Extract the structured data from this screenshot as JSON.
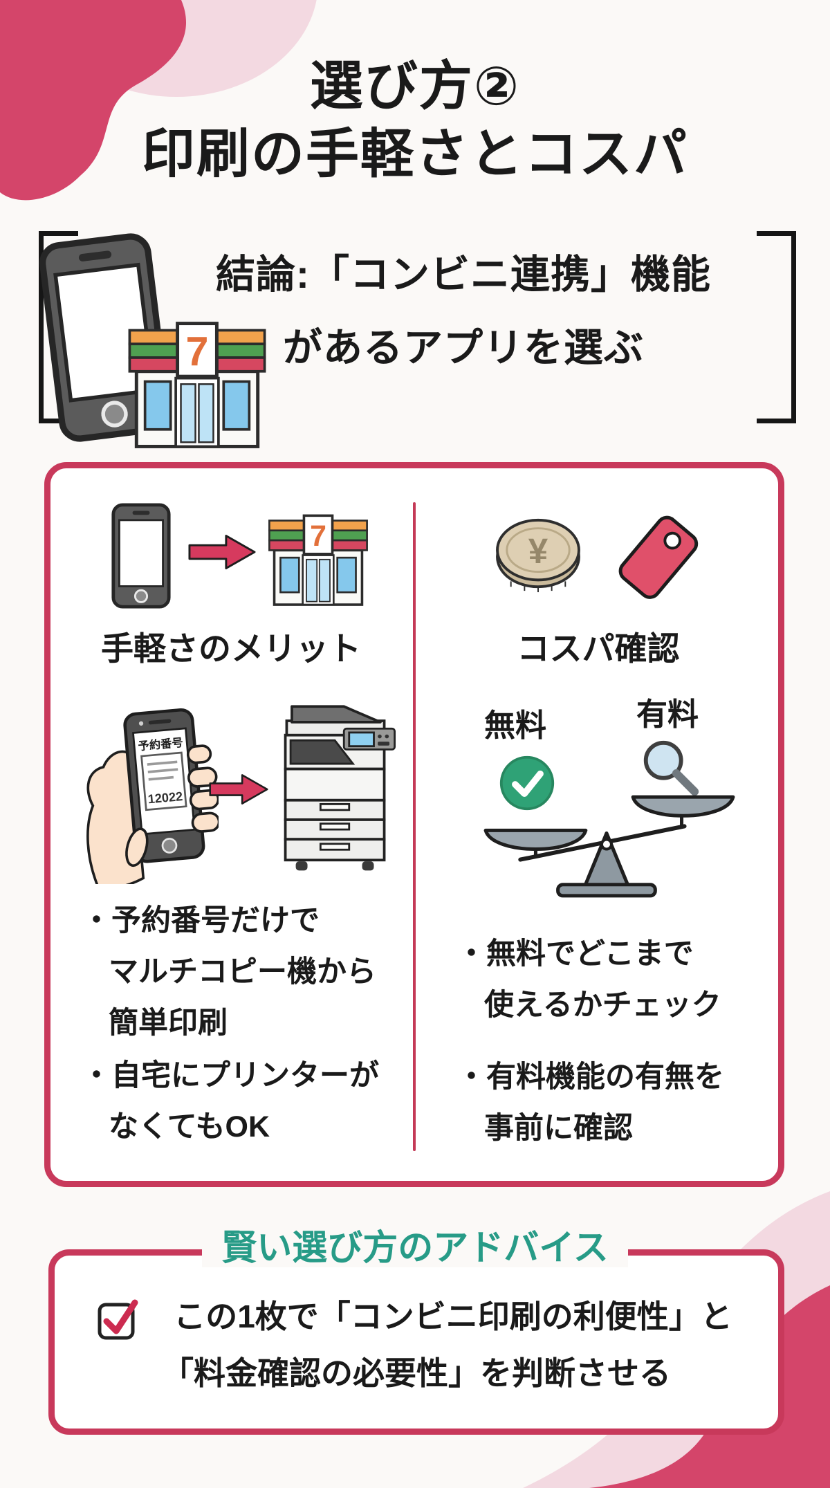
{
  "title": {
    "line1": "選び方②",
    "line2": "印刷の手軽さとコスパ"
  },
  "conclusion": {
    "line1": "結論:「コンビニ連携」機能",
    "line2": "があるアプリを選ぶ",
    "store_sign": "7"
  },
  "comparison_card": {
    "left": {
      "heading": "手軽さのメリット",
      "store_sign": "7",
      "phone_screen_label": "予約番号",
      "phone_screen_number": "12022",
      "bullet1_line1": "・予約番号だけで",
      "bullet1_line2": "マルチコピー機から",
      "bullet1_line3": "簡単印刷",
      "bullet2_line1": "・自宅にプリンターが",
      "bullet2_line2": "なくてもOK"
    },
    "right": {
      "heading": "コスパ確認",
      "coin_symbol": "¥",
      "free_label": "無料",
      "paid_label": "有料",
      "bullet1_line1": "・無料でどこまで",
      "bullet1_line2": "使えるかチェック",
      "bullet2_line1": "・有料機能の有無を",
      "bullet2_line2": "事前に確認"
    }
  },
  "advice_card": {
    "heading": "賢い選び方のアドバイス",
    "line1": "この1枚で「コンビニ印刷の利便性」と",
    "line2": "「料金確認の必要性」を判断させる"
  },
  "colors": {
    "accent_red": "#C8395B",
    "blob_red": "#D4456A",
    "blob_pink": "#F3D9E1",
    "arrow_red": "#D63A5E",
    "teal": "#279B87",
    "check_green": "#2FA276",
    "tag_red": "#E0506A"
  },
  "icons": {
    "smartphone": "smartphone-icon",
    "convenience_store": "convenience-store-icon",
    "arrow_right": "arrow-right-icon",
    "yen_coin": "yen-coin-icon",
    "price_tag": "price-tag-icon",
    "hand_holding_phone": "hand-holding-phone-icon",
    "copier": "multifunction-copier-icon",
    "check_circle": "check-circle-icon",
    "magnifier": "magnifier-icon",
    "balance_scale": "balance-scale-icon",
    "checkbox_checked": "checkbox-checked-icon"
  }
}
